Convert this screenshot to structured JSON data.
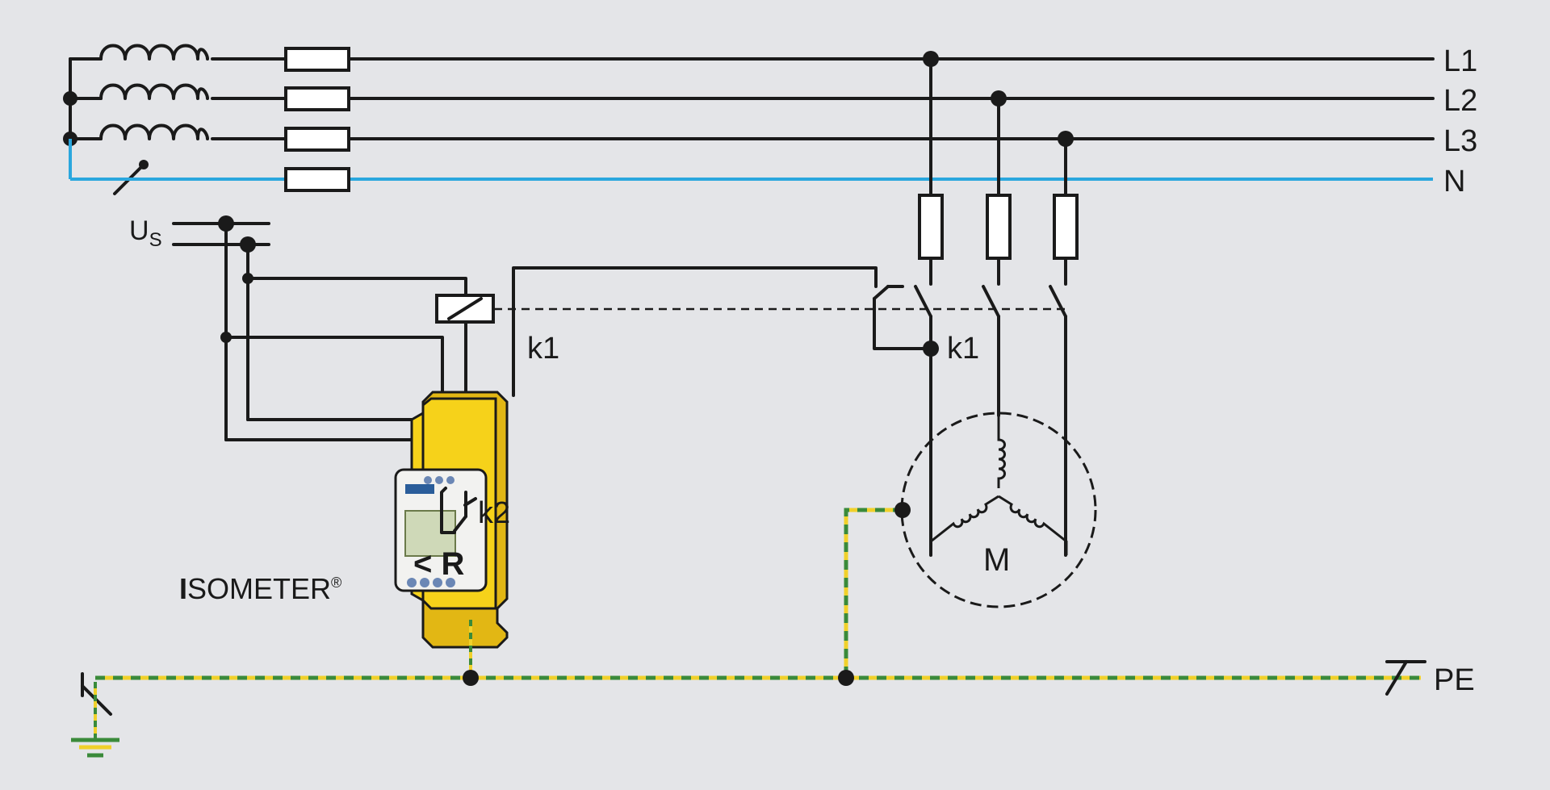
{
  "labels": {
    "l1": "L1",
    "l2": "L2",
    "l3": "L3",
    "n": "N",
    "pe": "PE",
    "us_main": "U",
    "us_sub": "S",
    "k1_left": "k1",
    "k1_right": "k1",
    "k2": "k2",
    "device_readout": "< R",
    "motor": "M",
    "isometer_initial": "I",
    "isometer_rest": "SOMETER",
    "isometer_reg": "®"
  },
  "colors": {
    "background": "#e4e5e8",
    "wire": "#1a1a1a",
    "neutral": "#2aa7de",
    "pe_yellow": "#f1d12b",
    "pe_green": "#3a8a3a",
    "device_yellow": "#f6d21a"
  }
}
